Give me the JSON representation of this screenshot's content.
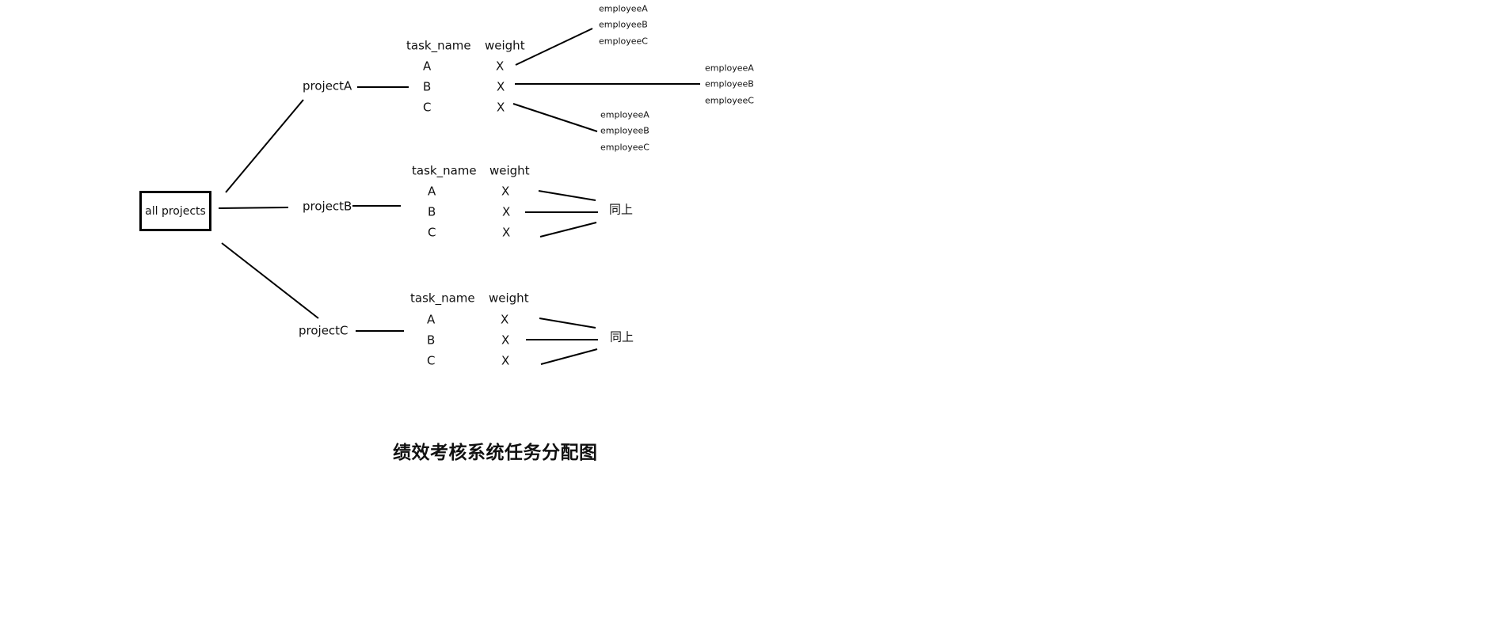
{
  "root": {
    "label": "all projects"
  },
  "projects": [
    {
      "name": "projectA",
      "header": {
        "task": "task_name",
        "weight": "weight"
      },
      "tasks": [
        {
          "name": "A",
          "weight": "X"
        },
        {
          "name": "B",
          "weight": "X"
        },
        {
          "name": "C",
          "weight": "X"
        }
      ],
      "assignees": [
        [
          "employeeA",
          "employeeB",
          "employeeC"
        ],
        [
          "employeeA",
          "employeeB",
          "employeeC"
        ],
        [
          "employeeA",
          "employeeB",
          "employeeC"
        ]
      ]
    },
    {
      "name": "projectB",
      "header": {
        "task": "task_name",
        "weight": "weight"
      },
      "tasks": [
        {
          "name": "A",
          "weight": "X"
        },
        {
          "name": "B",
          "weight": "X"
        },
        {
          "name": "C",
          "weight": "X"
        }
      ],
      "same_as_above": "同上"
    },
    {
      "name": "projectC",
      "header": {
        "task": "task_name",
        "weight": "weight"
      },
      "tasks": [
        {
          "name": "A",
          "weight": "X"
        },
        {
          "name": "B",
          "weight": "X"
        },
        {
          "name": "C",
          "weight": "X"
        }
      ],
      "same_as_above": "同上"
    }
  ],
  "title": "绩效考核系统任务分配图"
}
